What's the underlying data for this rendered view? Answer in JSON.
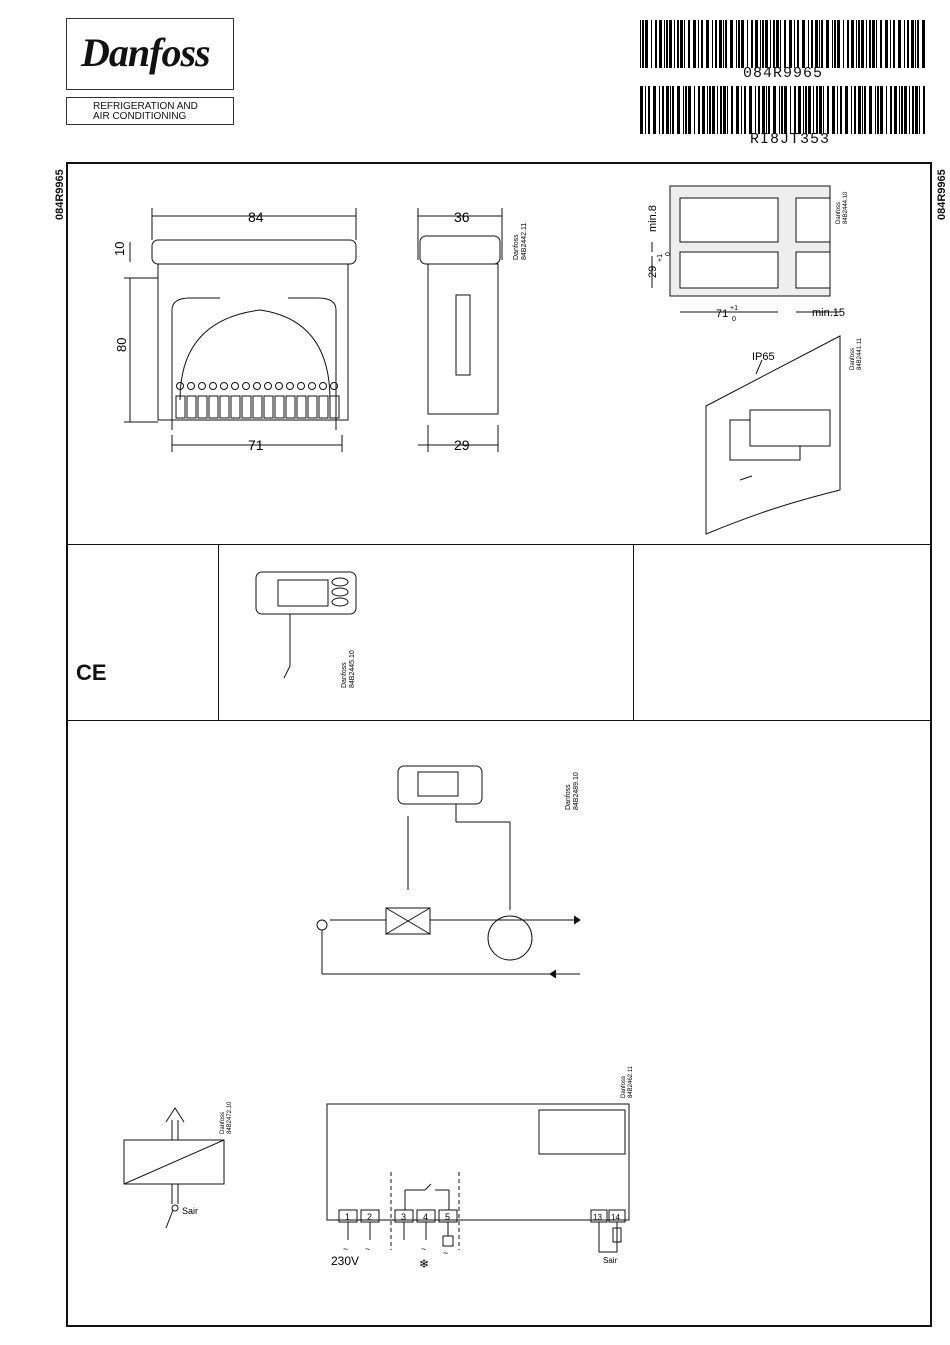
{
  "header": {
    "logo": "Danfoss",
    "subtitle_line1": "REFRIGERATION AND",
    "subtitle_line2": "AIR CONDITIONING",
    "barcode1_label": "084R9965",
    "barcode2_label": "RI8JT353"
  },
  "side_code_left": "084R9965",
  "side_code_right": "084R9965",
  "dimensions": {
    "front_width": "84",
    "front_top": "10",
    "front_height": "80",
    "front_bottom": "71",
    "side_width": "36",
    "side_bottom": "29",
    "drawing_ref_1a": "Danfoss",
    "drawing_ref_1b": "84B2442.11"
  },
  "cutout": {
    "min_top": "min.8",
    "height": "29",
    "height_tol_top": "+1",
    "height_tol_bot": "0",
    "width": "71",
    "width_tol_top": "+1",
    "width_tol_bot": "0",
    "min_side": "min.15",
    "ref_a": "Danfoss",
    "ref_b": "84B2444.10"
  },
  "mounting": {
    "ip_rating": "IP65",
    "ref_a": "Danfoss",
    "ref_b": "84B2441.11"
  },
  "approval": {
    "mark": "CE"
  },
  "display": {
    "ref_a": "Danfoss",
    "ref_b": "84B2445.10"
  },
  "circuit": {
    "ref_a": "Danfoss",
    "ref_b": "84B2489.10"
  },
  "sensor": {
    "label": "Sair",
    "ref_a": "Danfoss",
    "ref_b": "84B2472.10"
  },
  "wiring": {
    "terminals": [
      "1",
      "2",
      "3",
      "4",
      "5",
      "13",
      "14"
    ],
    "voltage": "230V",
    "sensor_label": "Sair",
    "ref_a": "Danfoss",
    "ref_b": "84B2462.11"
  }
}
